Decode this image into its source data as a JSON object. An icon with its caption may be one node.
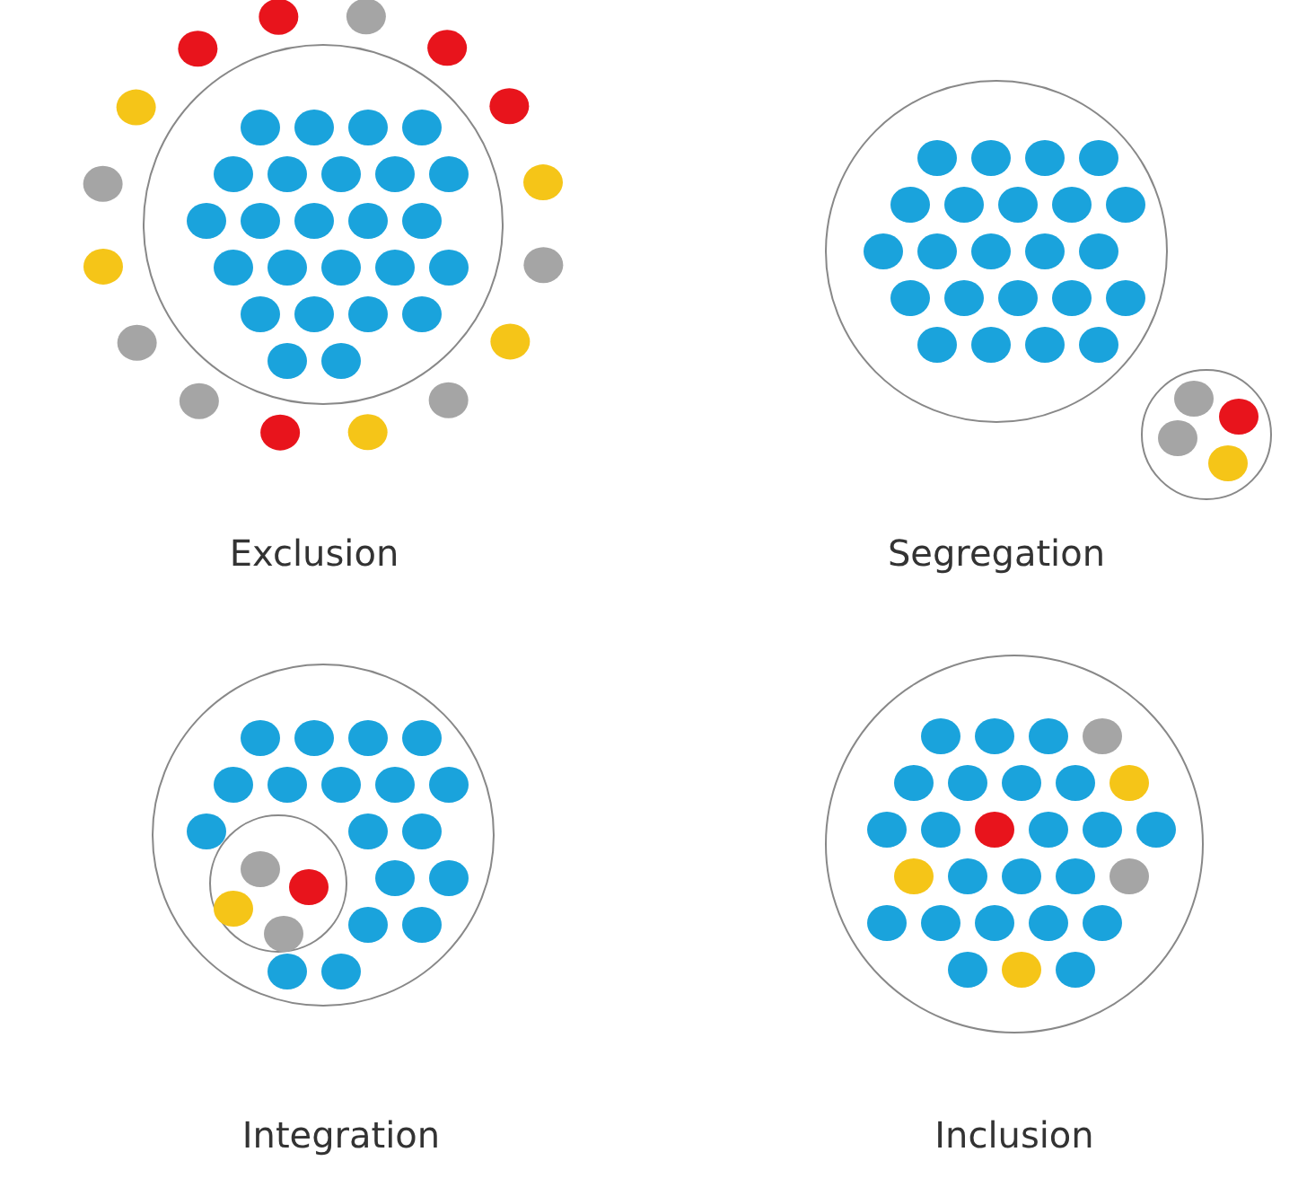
{
  "diagram": {
    "labels": [
      "Exclusion",
      "Segregation",
      "Integration",
      "Inclusion"
    ]
  }
}
